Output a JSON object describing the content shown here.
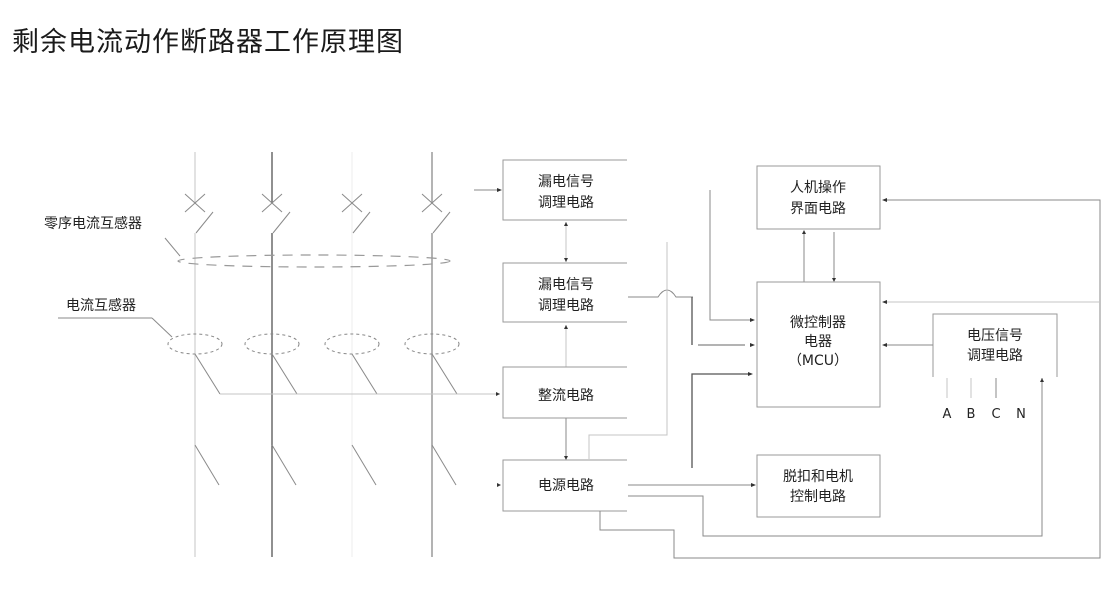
{
  "title": "剩余电流动作断路器工作原理图",
  "labels": {
    "zero_sequence_ct": "零序电流互感器",
    "current_transformer": "电流互感器"
  },
  "blocks": {
    "leakage_signal_1": [
      "漏电信号",
      "调理电路"
    ],
    "leakage_signal_2": [
      "漏电信号",
      "调理电路"
    ],
    "rectifier": [
      "整流电路"
    ],
    "power_supply": [
      "电源电路"
    ],
    "hmi": [
      "人机操作",
      "界面电路"
    ],
    "mcu": [
      "微控制器",
      "电器",
      "（MCU）"
    ],
    "voltage_signal": [
      "电压信号",
      "调理电路"
    ],
    "trip_motor_control": [
      "脱扣和电机",
      "控制电路"
    ]
  },
  "phase_terminals": [
    "A",
    "B",
    "C",
    "N"
  ]
}
